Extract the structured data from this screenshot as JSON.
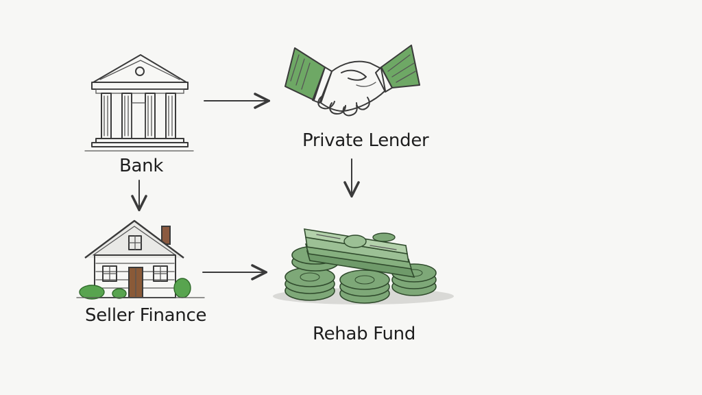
{
  "diagram": {
    "nodes": {
      "bank": {
        "label": "Bank",
        "icon": "bank-building-icon"
      },
      "private_lender": {
        "label": "Private Lender",
        "icon": "handshake-icon"
      },
      "seller_finance": {
        "label": "Seller Finance",
        "icon": "house-icon"
      },
      "rehab_fund": {
        "label": "Rehab Fund",
        "icon": "money-stack-icon"
      }
    },
    "edges": [
      {
        "from": "Bank",
        "to": "Private Lender"
      },
      {
        "from": "Bank",
        "to": "Seller Finance"
      },
      {
        "from": "Private Lender",
        "to": "Rehab Fund"
      },
      {
        "from": "Seller Finance",
        "to": "Rehab Fund"
      }
    ],
    "colors": {
      "ink": "#3a3a3a",
      "money_green": "#6f9a6a",
      "sleeve_green": "#5e9a55",
      "shrub_green": "#4f9a48",
      "door_brown": "#8a5a38",
      "chimney_brown": "#8b5a40"
    }
  }
}
